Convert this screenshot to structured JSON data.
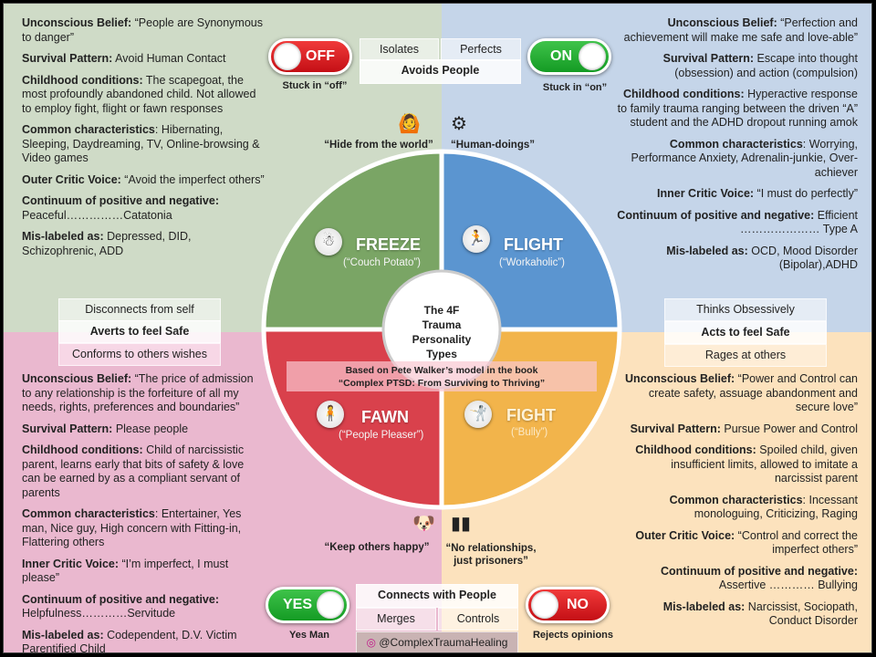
{
  "freeze": {
    "items": [
      {
        "label": "Unconscious Belief:",
        "text": " “People are Synonymous to danger”"
      },
      {
        "label": "Survival Pattern:",
        "text": " Avoid Human Contact"
      },
      {
        "label": "Childhood conditions:",
        "text": " The scapegoat, the most profoundly abandoned child. Not allowed to employ fight, flight or fawn responses"
      },
      {
        "label": "Common characteristics",
        "text": ": Hibernating, Sleeping, Daydreaming, TV, Online-browsing & Video games"
      },
      {
        "label": "Outer Critic Voice:",
        "text": " “Avoid the imperfect others”"
      },
      {
        "label": "Continuum of positive and negative:",
        "text": " Peaceful……………Catatonia"
      },
      {
        "label": "Mis-labeled as:",
        "text": " Depressed, DID, Schizophrenic, ADD"
      }
    ],
    "name": "FREEZE",
    "nickname": "(“Couch Potato”)",
    "quote": "“Hide from the world”",
    "toggle": "OFF",
    "toggle_caption": "Stuck in “off”",
    "side_boxes": [
      "Disconnects from self",
      "Averts to feel Safe",
      "Conforms to others wishes"
    ]
  },
  "flight": {
    "items": [
      {
        "label": "Unconscious Belief:",
        "text": " “Perfection and achievement will make me safe and love-able”"
      },
      {
        "label": "Survival Pattern:",
        "text": " Escape into thought (obsession) and action (compulsion)"
      },
      {
        "label": "Childhood conditions:",
        "text": " Hyperactive response to family trauma ranging between the driven “A” student and the ADHD dropout running amok"
      },
      {
        "label": "Common characteristics",
        "text": ": Worrying, Performance Anxiety, Adrenalin-junkie, Over-achiever"
      },
      {
        "label": "Inner Critic Voice:",
        "text": " “I must do perfectly”"
      },
      {
        "label": "Continuum of positive and negative:",
        "text": " Efficient ………………… Type A"
      },
      {
        "label": "Mis-labeled as:",
        "text": " OCD, Mood Disorder (Bipolar),ADHD"
      }
    ],
    "name": "FLIGHT",
    "nickname": "(“Workaholic”)",
    "quote": "“Human-doings”",
    "toggle": "ON",
    "toggle_caption": "Stuck in “on”",
    "side_boxes": [
      "Thinks Obsessively",
      "Acts to feel Safe",
      "Rages at others"
    ]
  },
  "fawn": {
    "items": [
      {
        "label": "Unconscious Belief:",
        "text": " “The price of admission to any relationship is the forfeiture of all my needs, rights, preferences and boundaries”"
      },
      {
        "label": "Survival Pattern:",
        "text": " Please people"
      },
      {
        "label": "Childhood conditions:",
        "text": " Child of narcissistic parent, learns early that bits of safety & love can be earned by as a compliant servant of parents"
      },
      {
        "label": "Common characteristics",
        "text": ": Entertainer, Yes man, Nice guy, High concern with Fitting-in, Flattering others"
      },
      {
        "label": "Inner Critic Voice:",
        "text": " “I’m imperfect, I must please”"
      },
      {
        "label": "Continuum of positive and negative:",
        "text": " Helpfulness…………Servitude"
      },
      {
        "label": "Mis-labeled as:",
        "text": " Codependent, D.V. Victim Parentified Child"
      }
    ],
    "name": "FAWN",
    "nickname": "(“People Pleaser”)",
    "quote": "“Keep others happy”",
    "toggle": "YES",
    "toggle_caption": "Yes Man"
  },
  "fight": {
    "items": [
      {
        "label": "Unconscious Belief:",
        "text": " “Power and Control can create safety, assuage abandonment and secure love”"
      },
      {
        "label": "Survival Pattern:",
        "text": " Pursue Power and Control"
      },
      {
        "label": "Childhood conditions:",
        "text": " Spoiled child, given insufficient limits, allowed to imitate a narcissist parent"
      },
      {
        "label": "Common characteristics",
        "text": ": Incessant monologuing, Criticizing, Raging"
      },
      {
        "label": "Outer Critic Voice:",
        "text": " “Control and correct the imperfect others”"
      },
      {
        "label": "Continuum of positive and negative:",
        "text": " Assertive ………… Bullying"
      },
      {
        "label": "Mis-labeled as:",
        "text": " Narcissist, Sociopath, Conduct Disorder"
      }
    ],
    "name": "FIGHT",
    "nickname": "(“Bully”)",
    "quote": "“No relationships, just prisoners”",
    "toggle": "NO",
    "toggle_caption": "Rejects opinions"
  },
  "top_boxes": {
    "left": "Isolates",
    "right": "Perfects",
    "main": "Avoids People"
  },
  "bottom_boxes": {
    "main": "Connects with People",
    "left": "Merges",
    "right": "Controls",
    "handle": "@ComplexTraumaHealing"
  },
  "center": {
    "lines": [
      "The 4F",
      "Trauma",
      "Personality",
      "Types"
    ]
  },
  "banner": {
    "line1": "Based on Pete Walker’s model in the book",
    "line2": "“Complex PTSD: From Surviving to Thriving”"
  },
  "colors": {
    "freeze": "#7aa565",
    "flight": "#5b95d0",
    "fawn": "#d9414c",
    "fight": "#f2b44b"
  }
}
